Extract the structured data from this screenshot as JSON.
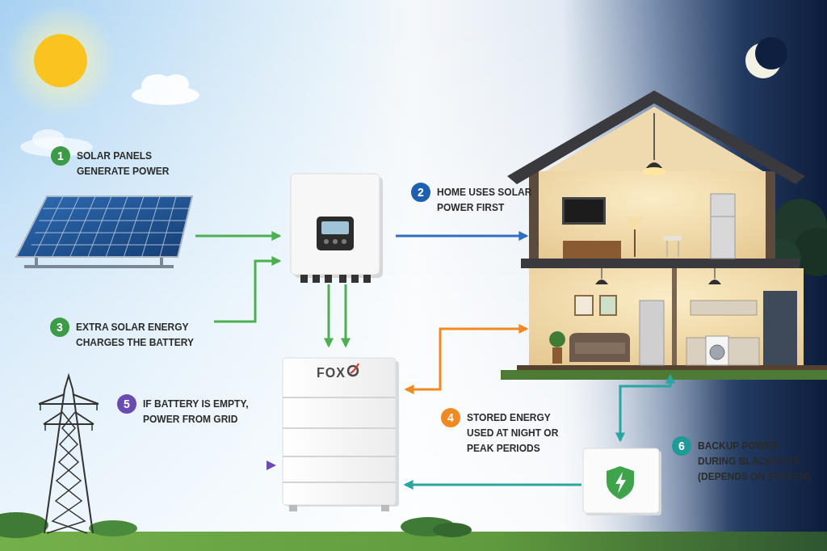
{
  "diagram": {
    "nodes": [
      {
        "text": [
          "1",
          "SOLAR PANELS GENERATE POWER"
        ]
      },
      {
        "text": [
          "2",
          "HOME USES SOLAR POWER FIRST"
        ]
      },
      {
        "text": [
          "3",
          "EXTRA SOLAR ENERGY CHARGES THE BATTERY"
        ]
      },
      {
        "text": [
          "4",
          "STORED ENERGY USED AT NIGHT OR PEAK PERIODS"
        ]
      },
      {
        "text": [
          "5",
          "IF BATTERY IS EMPTY, POWER FROM GRID"
        ]
      },
      {
        "text": [
          "6",
          "BACKUP POWER DURING BLACKOUTS (DEPENDS ON SYSTEM)"
        ]
      },
      {
        "text": [
          "FOX"
        ]
      }
    ]
  }
}
